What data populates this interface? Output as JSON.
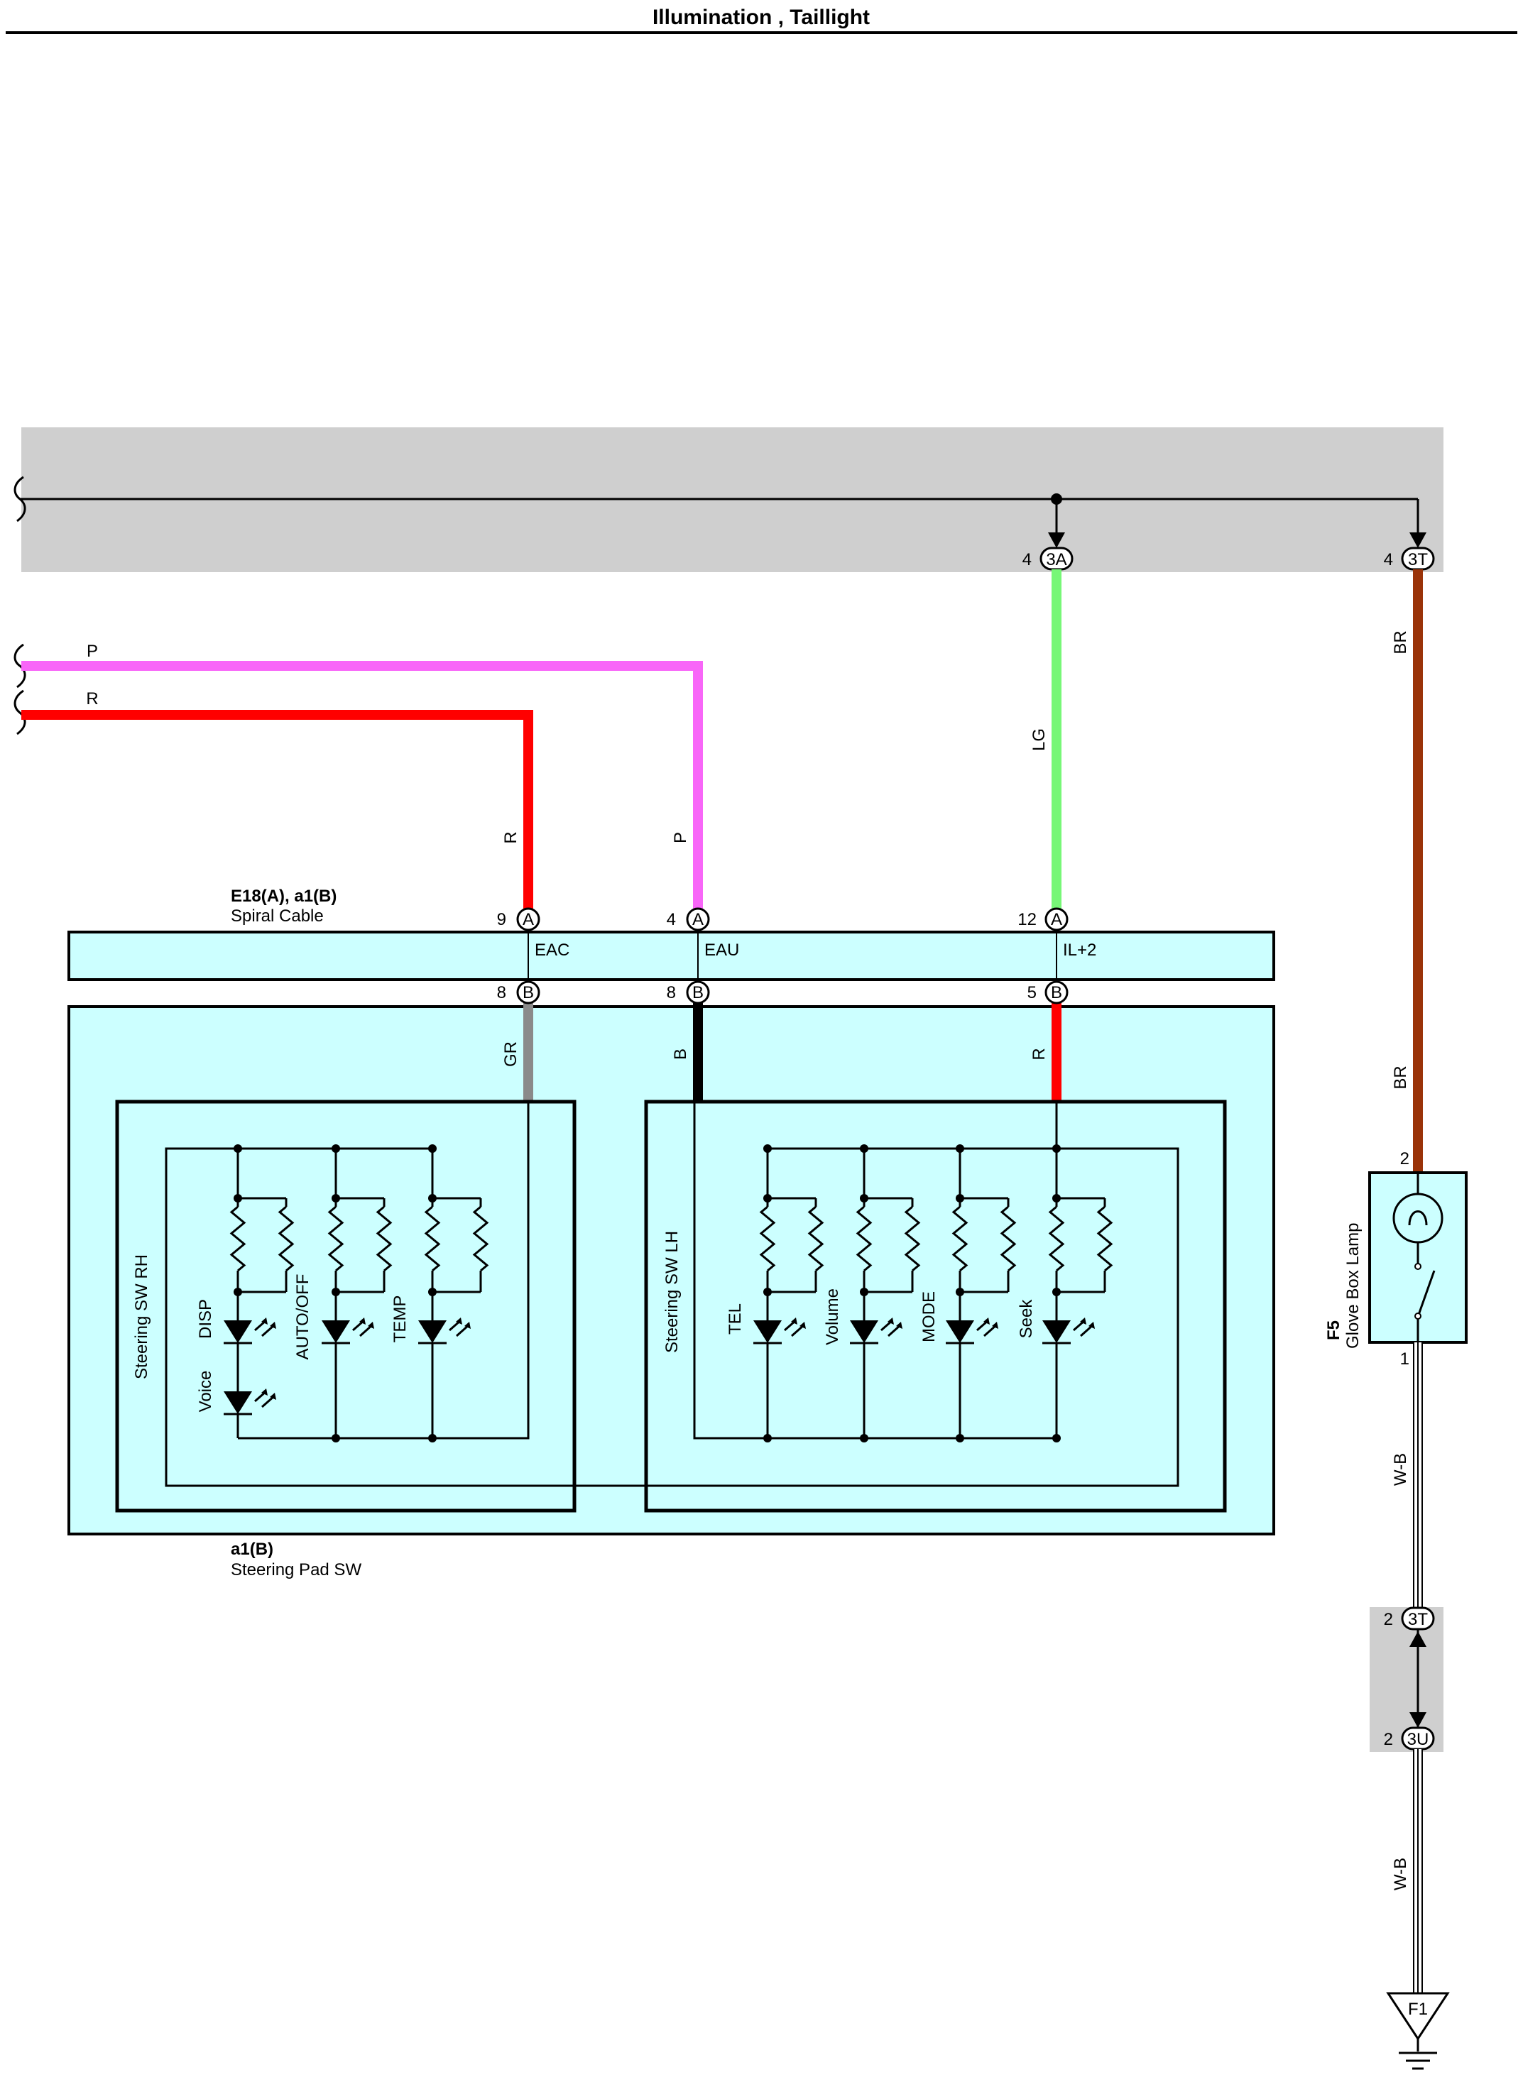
{
  "title": "Illumination , Taillight",
  "colors": {
    "pink": "#f866f8",
    "red": "#ff0000",
    "lightgreen": "#77f777",
    "brown": "#9a3309",
    "gray": "#8a8a8a",
    "black": "#000000",
    "cyan": "#ccffff",
    "junction_gray": "#cfcfcf"
  },
  "wires": {
    "p_left": "P",
    "r_left": "R",
    "r_drop": "R",
    "p_drop": "P",
    "lg": "LG",
    "br_top": "BR",
    "br_bottom": "BR",
    "gr": "GR",
    "b": "B",
    "r_lower": "R",
    "wb_top": "W-B",
    "wb_bottom": "W-B"
  },
  "connectors": {
    "c3a": {
      "pin": "4",
      "label": "3A"
    },
    "c3t_top": {
      "pin": "4",
      "label": "3T"
    },
    "c3t_mid": {
      "pin": "2",
      "label": "3T"
    },
    "c3u": {
      "pin": "2",
      "label": "3U"
    },
    "ground": "F1"
  },
  "spiral": {
    "code": "E18(A), a1(B)",
    "name": "Spiral Cable",
    "pins_top": [
      {
        "pin": "9",
        "letter": "A",
        "term": "EAC"
      },
      {
        "pin": "4",
        "letter": "A",
        "term": "EAU"
      },
      {
        "pin": "12",
        "letter": "A",
        "term": "IL+2"
      }
    ],
    "pins_bottom": [
      {
        "pin": "8",
        "letter": "B"
      },
      {
        "pin": "8",
        "letter": "B"
      },
      {
        "pin": "5",
        "letter": "B"
      }
    ]
  },
  "steering_pad": {
    "code": "a1(B)",
    "name": "Steering Pad SW",
    "rh": {
      "name": "Steering SW RH",
      "leds": [
        "DISP",
        "AUTO/OFF",
        "TEMP"
      ],
      "extra_led": "Voice"
    },
    "lh": {
      "name": "Steering SW LH",
      "leds": [
        "TEL",
        "Volume",
        "MODE",
        "Seek"
      ]
    }
  },
  "lamp": {
    "code": "F5",
    "name": "Glove Box Lamp",
    "pin_top": "2",
    "pin_bottom": "1"
  }
}
